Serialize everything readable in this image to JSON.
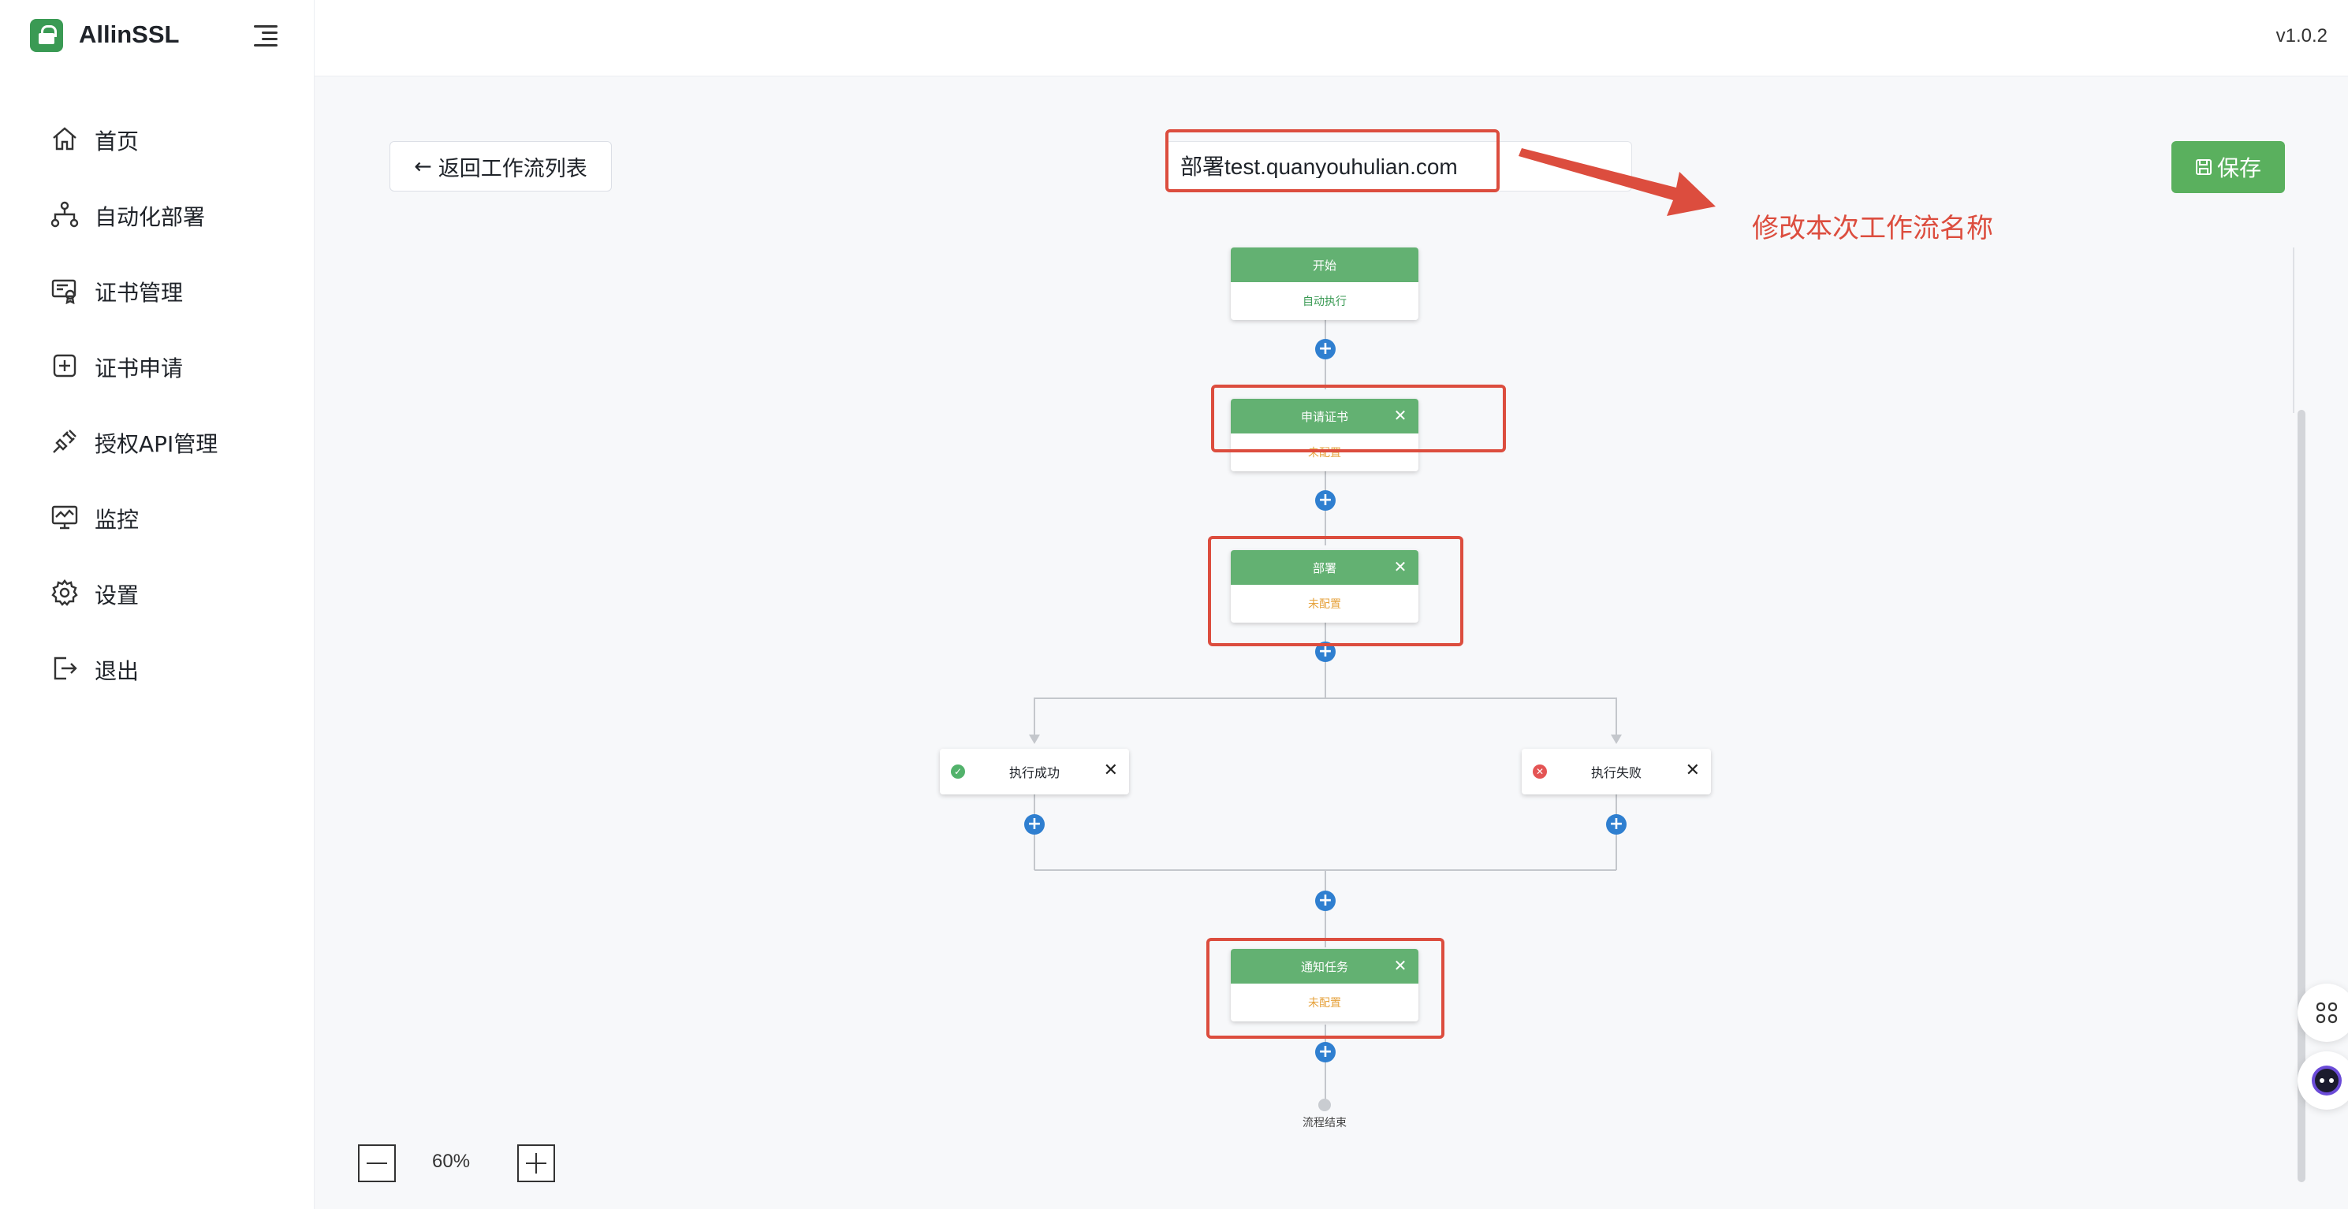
{
  "app": {
    "brand": "AllinSSL",
    "version": "v1.0.2"
  },
  "sidebar": {
    "items": [
      {
        "label": "首页",
        "icon": "home-icon"
      },
      {
        "label": "自动化部署",
        "icon": "workflow-icon"
      },
      {
        "label": "证书管理",
        "icon": "certificate-icon"
      },
      {
        "label": "证书申请",
        "icon": "plus-square-icon"
      },
      {
        "label": "授权API管理",
        "icon": "api-plug-icon"
      },
      {
        "label": "监控",
        "icon": "monitor-icon"
      },
      {
        "label": "设置",
        "icon": "gear-icon"
      },
      {
        "label": "退出",
        "icon": "logout-icon"
      }
    ]
  },
  "toolbar": {
    "back_label": "返回工作流列表",
    "workflow_name": "部署test.quanyouhulian.com",
    "save_label": "保存"
  },
  "annotation": {
    "text": "修改本次工作流名称",
    "color": "#dc4d3e"
  },
  "flow": {
    "start": {
      "title": "开始",
      "status": "自动执行"
    },
    "apply_cert": {
      "title": "申请证书",
      "status": "未配置"
    },
    "deploy": {
      "title": "部署",
      "status": "未配置"
    },
    "branch_success": {
      "label": "执行成功"
    },
    "branch_fail": {
      "label": "执行失败"
    },
    "notify": {
      "title": "通知任务",
      "status": "未配置"
    },
    "end_label": "流程结束"
  },
  "zoom": {
    "level": "60%"
  },
  "colors": {
    "node_header": "#63b172",
    "add_button": "#2f7fd0",
    "save_button": "#5ab05e",
    "status_unconfigured": "#e6a23c",
    "status_auto": "#3a9a54"
  }
}
